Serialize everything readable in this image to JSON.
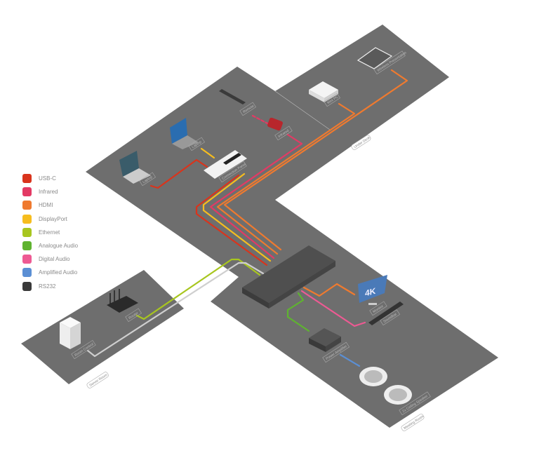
{
  "legend": [
    {
      "label": "USB-C",
      "color": "#d9341c"
    },
    {
      "label": "Infrared",
      "color": "#e33a64"
    },
    {
      "label": "HDMI",
      "color": "#ef7a2f"
    },
    {
      "label": "DisplayPort",
      "color": "#f6bd1e"
    },
    {
      "label": "Ethernet",
      "color": "#a8c61f"
    },
    {
      "label": "Analogue Audio",
      "color": "#5fb330"
    },
    {
      "label": "Digital Audio",
      "color": "#ee5a93"
    },
    {
      "label": "Amplified Audio",
      "color": "#5b8fd4"
    },
    {
      "label": "RS232",
      "color": "#3a3a3a"
    }
  ],
  "rooms": {
    "under_desk": "Under Desk",
    "meeting_room": "Meeting Room",
    "server_room": "Server Room"
  },
  "devices": {
    "laptop_1": "Laptop",
    "laptop_2": "Laptop",
    "connection_panel": "Connection Panel",
    "remote": "Remote",
    "infrared": "Infrared",
    "mini_pc": "Mini PC",
    "wireless_presentation": "Wireless Presentation",
    "monitor": "Monitor",
    "soundbar": "Soundbar",
    "power_amplifier": "Power Amplifier",
    "ceiling_speakers": "2x Ceiling Speaker",
    "router": "Router",
    "room_control": "Room Control"
  },
  "monitor_badge": "4K",
  "floor_color": "#6e6e6e"
}
